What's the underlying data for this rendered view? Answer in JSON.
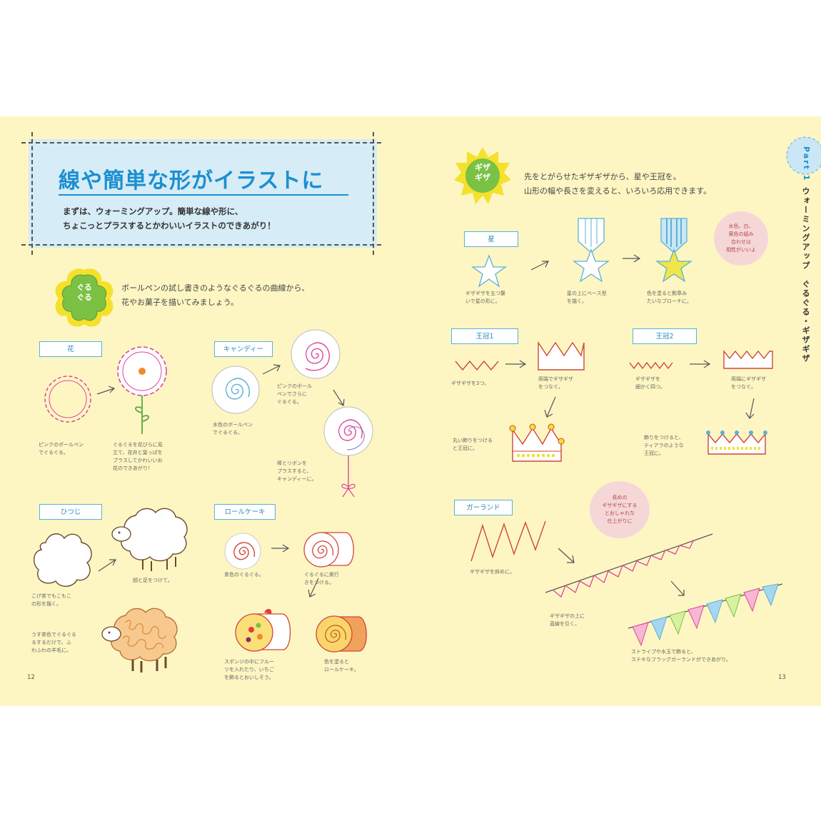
{
  "title": "線や簡単な形がイラストに",
  "lead": [
    "まずは、ウォーミングアップ。簡単な線や形に、",
    "ちょこっとプラスするとかわいいイラストのできあがり！"
  ],
  "guruguru": {
    "badge": "ぐる\nぐる",
    "intro": [
      "ボールペンの試し書きのようなぐるぐるの曲線から、",
      "花やお菓子を描いてみましょう。"
    ]
  },
  "gizagiza": {
    "badge": "ギザ\nギザ",
    "intro": [
      "先をとがらせたギザギザから、星や王冠を。",
      "山形の幅や長さを変えると、いろいろ応用できます。"
    ]
  },
  "sections": {
    "flower": {
      "label": "花",
      "cap1": "ピンクのボールペン\nでぐるぐる。",
      "cap2": "ぐるぐるを花びらに見\n立て、花弁と葉っぱを\nプラスしてかわいいお\n花のできあがり！"
    },
    "candy": {
      "label": "キャンディー",
      "cap1": "水色のボールペン\nでぐるぐる。",
      "cap2": "ピンクのボール\nペンでさらに\nぐるぐる。",
      "cap3": "棒とリボンを\nプラスすると、\nキャンディーに。"
    },
    "sheep": {
      "label": "ひつじ",
      "cap1": "こげ茶でもこもこ\nの形を描く。",
      "cap2": "顔と足をつけて。",
      "cap3": "うす茶色でぐるぐる\nるするだけで、ふ\nわふわの羊毛に。"
    },
    "rollcake": {
      "label": "ロールケーキ",
      "cap1": "茶色のぐるぐる。",
      "cap2": "ぐるぐるに奥行\nきをつける。",
      "cap3": "スポンジの中にフルー\nツを入れたり、いちご\nを飾るとおいしそう。",
      "cap4": "色を塗ると\nロールケーキ。"
    },
    "star": {
      "label": "星",
      "cap1": "ギザギザを五つ繋\nいで星の形に。",
      "cap2": "星の上にベース型\nを描く。",
      "cap3": "色を塗ると勲章み\nたいなブローチに。",
      "bubble": "水色、白、\n黄色の組み\n合わせは\n相性がいいよ"
    },
    "crown1": {
      "label": "王冠1",
      "cap1": "ギザギザを3つ。",
      "cap2": "両端でギザギザ\nをつなぐ。",
      "cap3": "丸い飾りをつける\nと王冠に。"
    },
    "crown2": {
      "label": "王冠2",
      "cap1": "ギザギザを\n細かく四つ。",
      "cap2": "両端にギザギザ\nをつなぐ。",
      "cap3": "飾りをつけると、\nティアラのような\n王冠に。"
    },
    "garland": {
      "label": "ガーランド",
      "cap1": "ギザギザを斜めに。",
      "cap2": "ギザギザの上に\n直線を引く。",
      "cap3": "ストライプや水玉で飾ると、\nステキなフラッグガーランドができあがり。",
      "bubble": "長めの\nギザギザにする\nとおしゃれな\n仕上がりに"
    }
  },
  "side": {
    "part": "Part 1",
    "text": "ウォーミングアップ　ぐるぐる・ギザギザ"
  },
  "pages": {
    "left": "12",
    "right": "13"
  },
  "colors": {
    "page_bg": "#fdf6c3",
    "title_blue": "#1c8fd1",
    "title_box": "#d6ecf6",
    "badge_green": "#7ac144",
    "badge_yellow": "#f4e12c",
    "pink_line": "#e0469b"
  }
}
